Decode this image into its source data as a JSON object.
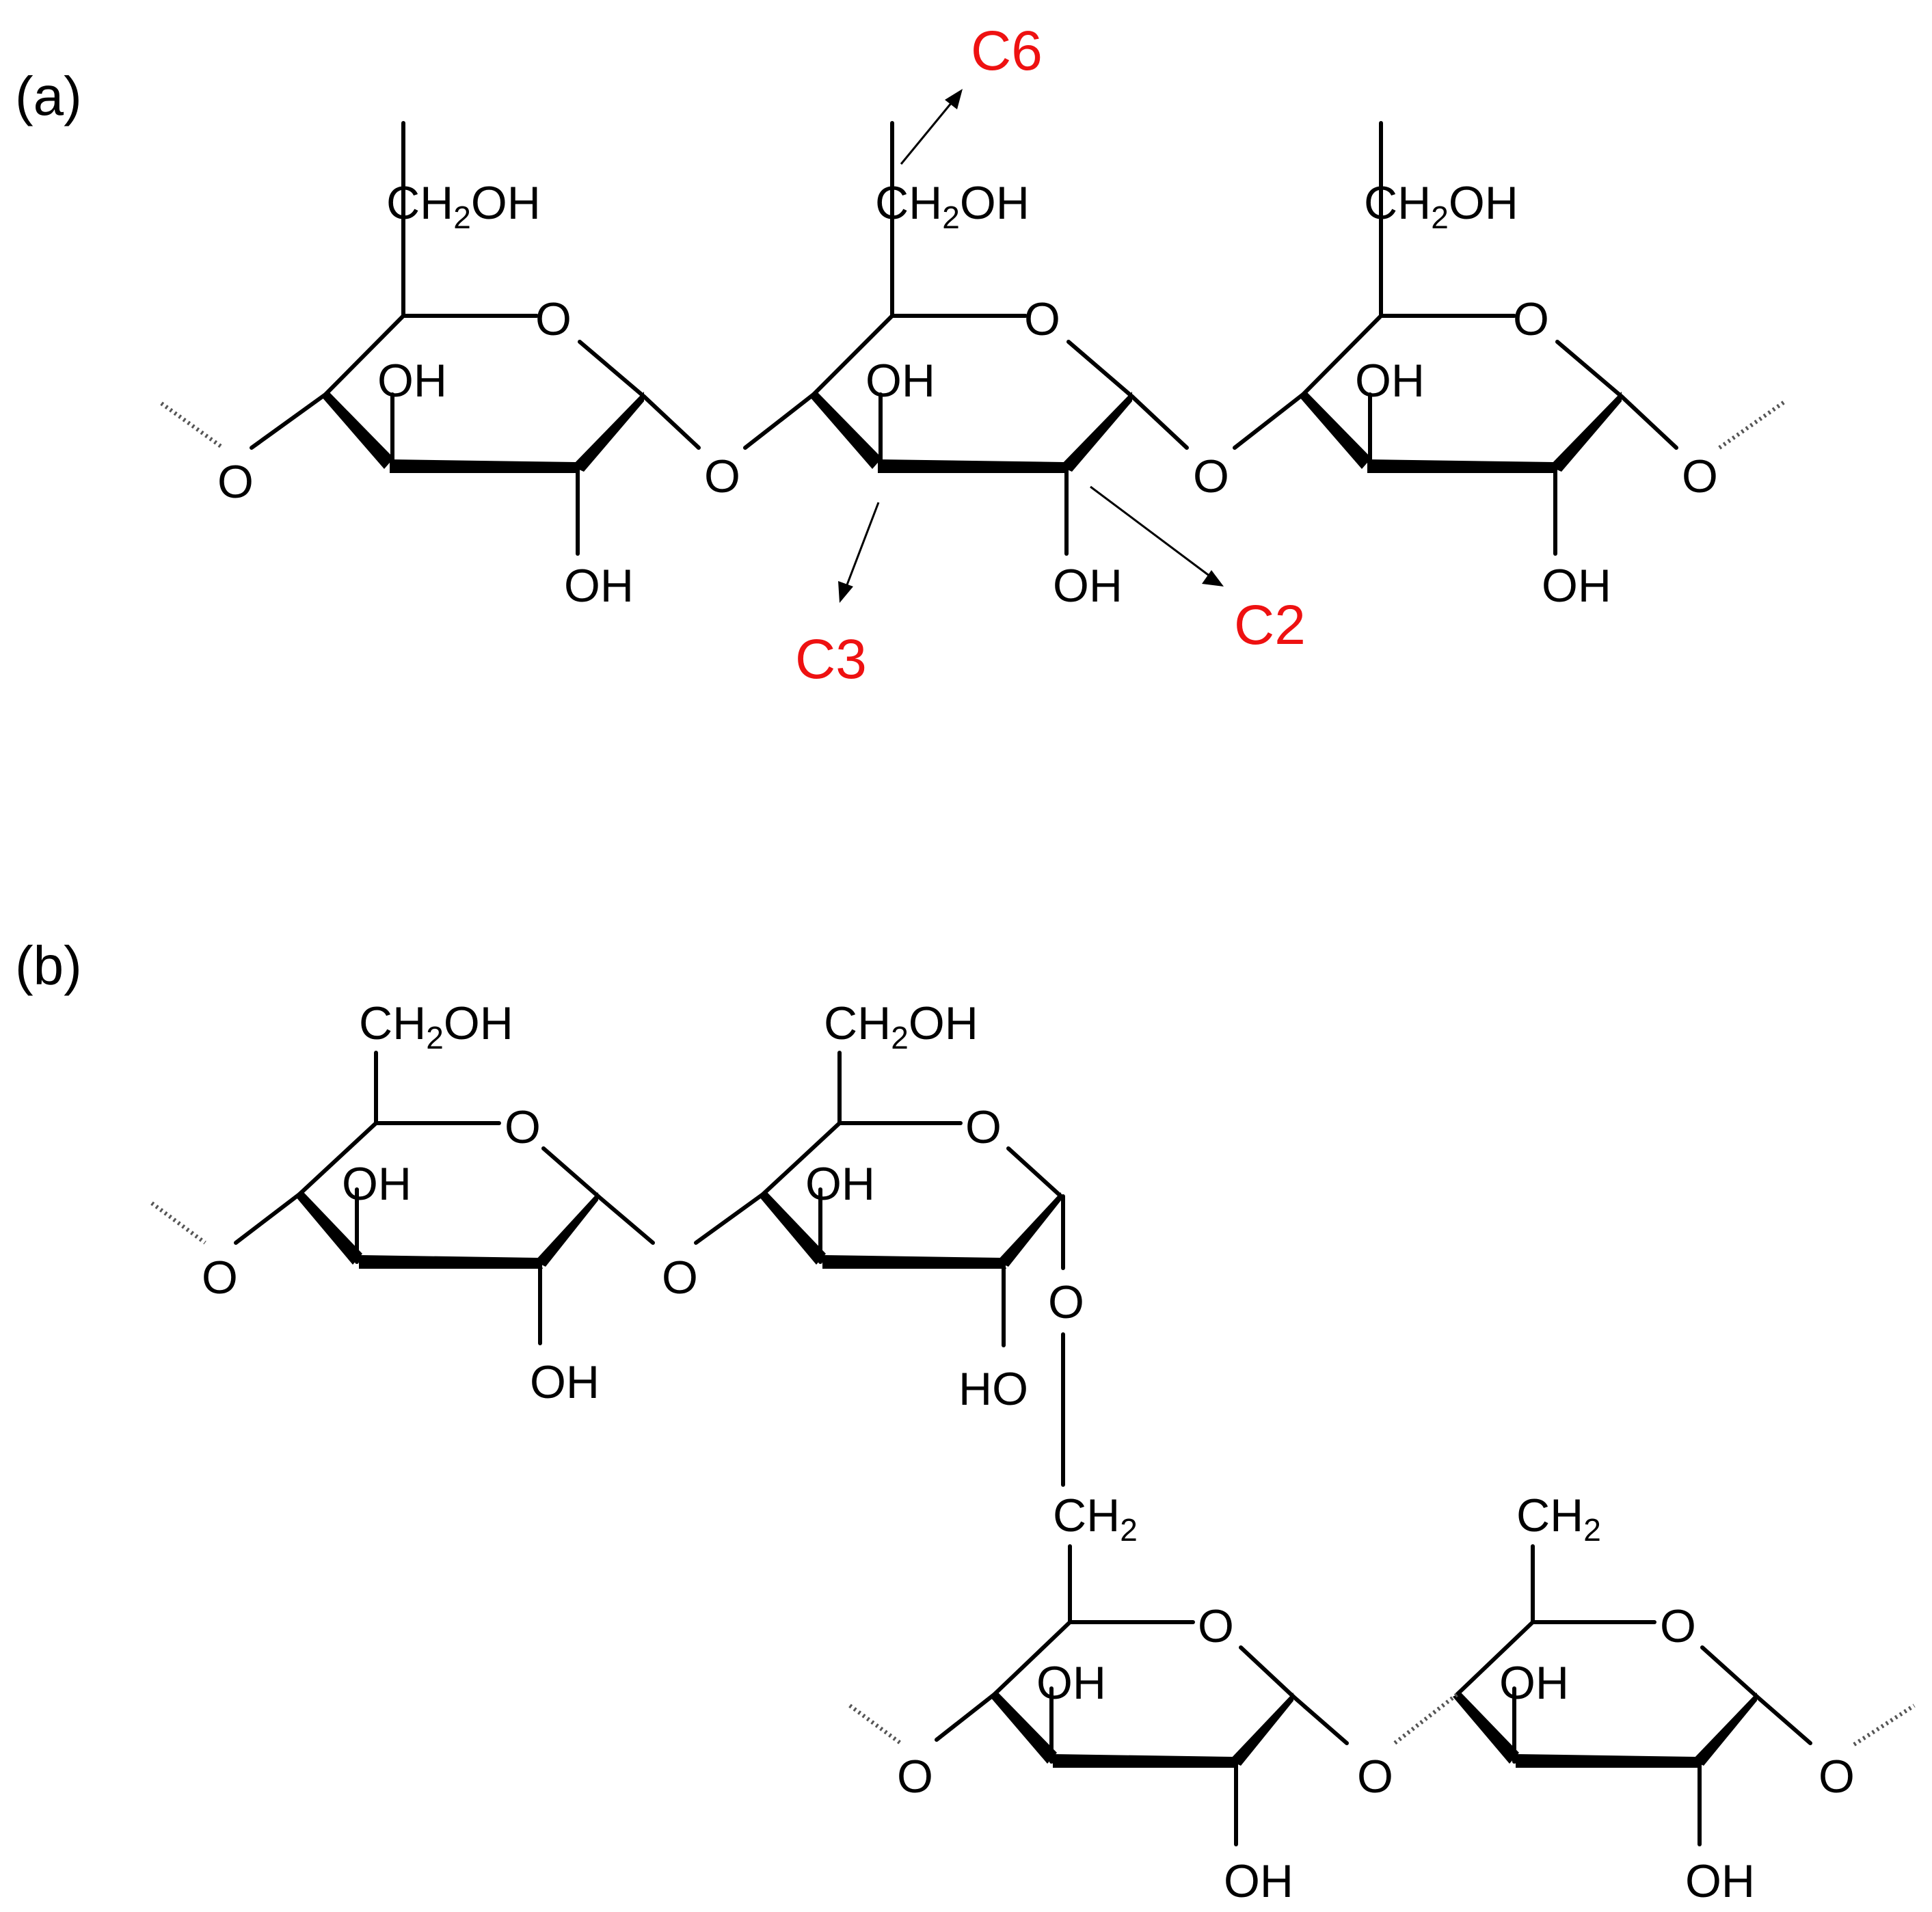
{
  "panels": {
    "a": {
      "label": "(a)"
    },
    "b": {
      "label": "(b)"
    }
  },
  "atoms": {
    "ring_o": "O",
    "bridge_o": "O",
    "oh": "OH",
    "ho": "HO",
    "ch2oh": {
      "ch": "CH",
      "sub": "2",
      "oh": "OH"
    },
    "ch2": {
      "ch": "CH",
      "sub": "2"
    }
  },
  "annotations": {
    "c6": "C6",
    "c3": "C3",
    "c2": "C2",
    "color": "#ee1111"
  }
}
